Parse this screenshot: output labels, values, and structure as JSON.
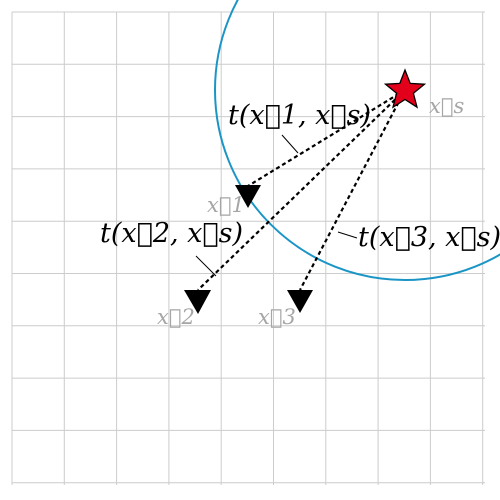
{
  "colors": {
    "grid": "#cccccc",
    "circle": "#1b95c6",
    "star_fill": "#e3001b",
    "label_gray": "#a6a6a6",
    "dashed": "#000000",
    "receiver": "#000000"
  },
  "source": {
    "label": "x⃗s",
    "icon": "star-icon"
  },
  "receivers": [
    {
      "id": "1",
      "label": "x⃗1",
      "icon": "triangle-down-icon"
    },
    {
      "id": "2",
      "label": "x⃗2",
      "icon": "triangle-down-icon"
    },
    {
      "id": "3",
      "label": "x⃗3",
      "icon": "triangle-down-icon"
    }
  ],
  "travel_times": {
    "t1": "t(x⃗1, x⃗s)",
    "t2": "t(x⃗2, x⃗s)",
    "t3": "t(x⃗3, x⃗s)"
  }
}
